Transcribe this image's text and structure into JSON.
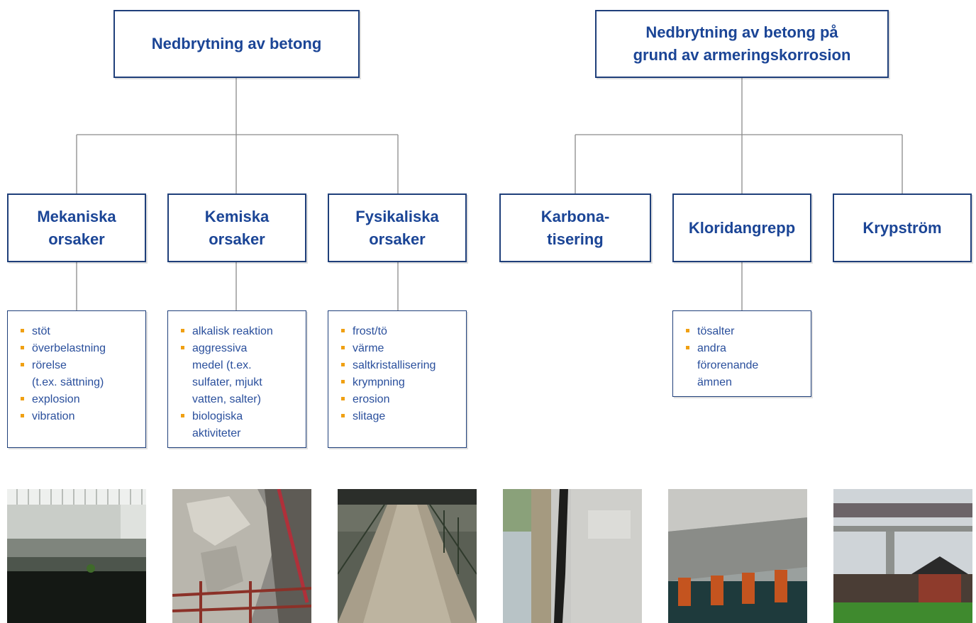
{
  "left_tree": {
    "root": "Nedbrytning av betong",
    "branches": [
      {
        "title": "Mekaniska\norsaker",
        "items": [
          "stöt",
          "överbelastning",
          "rörelse\n(t.ex. sättning)",
          "explosion",
          "vibration"
        ]
      },
      {
        "title": "Kemiska\norsaker",
        "items": [
          "alkalisk reaktion",
          "aggressiva\nmedel (t.ex.\nsulfater, mjukt\nvatten, salter)",
          "biologiska\naktiviteter"
        ]
      },
      {
        "title": "Fysikaliska\norsaker",
        "items": [
          "frost/tö",
          "värme",
          "saltkristallisering",
          "krympning",
          "erosion",
          "slitage"
        ]
      }
    ]
  },
  "right_tree": {
    "root": "Nedbrytning av betong på\ngrund av armeringskorrosion",
    "branches": [
      {
        "title": "Karbona-\ntisering"
      },
      {
        "title": "Kloridangrepp",
        "items": [
          "tösalter",
          "andra\nförorenande\nämnen"
        ]
      },
      {
        "title": "Krypström"
      }
    ]
  },
  "photos": [
    {
      "subject": "bridge-underside-damage-photo"
    },
    {
      "subject": "chemical-attack-concrete-photo"
    },
    {
      "subject": "worn-walkway-photo"
    },
    {
      "subject": "carbonation-crack-photo"
    },
    {
      "subject": "chloride-pier-photo"
    },
    {
      "subject": "arch-bridge-photo"
    }
  ],
  "colors": {
    "text": "#1b4596",
    "border": "#1f3f7a",
    "bullet": "#f0a012",
    "connector": "#8a8a8a"
  }
}
